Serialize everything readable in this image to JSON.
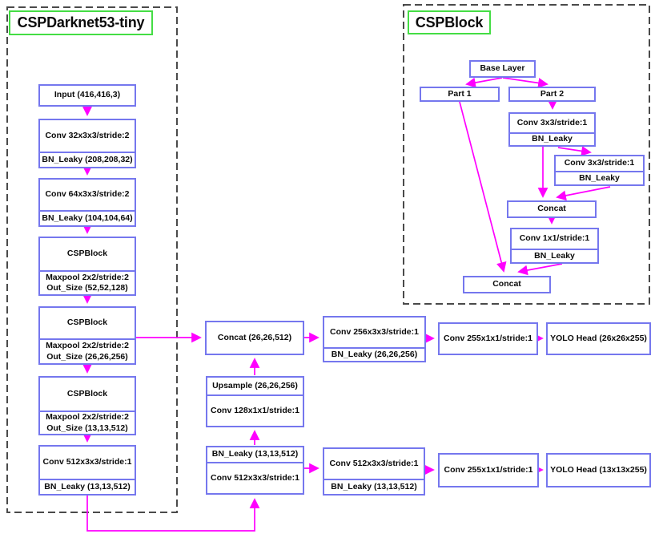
{
  "diagram": {
    "backbone_title": "CSPDarknet53-tiny",
    "inset_title": "CSPBlock"
  },
  "colors": {
    "node_border": "#7577ee",
    "title_border": "#44dd44",
    "arrow": "#ff00ff",
    "container_border": "#4a4a4a"
  },
  "nodes": {
    "input": {
      "label": "Input (416,416,3)"
    },
    "conv32": {
      "top": "Conv 32x3x3/stride:2",
      "bottom": "BN_Leaky (208,208,32)"
    },
    "conv64": {
      "top": "Conv 64x3x3/stride:2",
      "bottom": "BN_Leaky (104,104,64)"
    },
    "csp1": {
      "top": "CSPBlock",
      "bottom1": "Maxpool 2x2/stride:2",
      "bottom2": "Out_Size (52,52,128)"
    },
    "csp2": {
      "top": "CSPBlock",
      "bottom1": "Maxpool 2x2/stride:2",
      "bottom2": "Out_Size (26,26,256)"
    },
    "csp3": {
      "top": "CSPBlock",
      "bottom1": "Maxpool 2x2/stride:2",
      "bottom2": "Out_Size (13,13,512)"
    },
    "conv512": {
      "top": "Conv 512x3x3/stride:1",
      "bottom": "BN_Leaky (13,13,512)"
    },
    "concat26": {
      "label": "Concat (26,26,512)"
    },
    "upsample": {
      "top": "Upsample (26,26,256)",
      "bottom": "Conv 128x1x1/stride:1"
    },
    "neck13": {
      "top": "BN_Leaky (13,13,512)",
      "bottom": "Conv 512x3x3/stride:1"
    },
    "head26_conv": {
      "top": "Conv 256x3x3/stride:1",
      "bottom": "BN_Leaky (26,26,256)"
    },
    "head26_conv255": {
      "label": "Conv 255x1x1/stride:1"
    },
    "yolo26": {
      "label": "YOLO Head (26x26x255)"
    },
    "head13_conv": {
      "top": "Conv 512x3x3/stride:1",
      "bottom": "BN_Leaky (13,13,512)"
    },
    "head13_conv255": {
      "label": "Conv 255x1x1/stride:1"
    },
    "yolo13": {
      "label": "YOLO Head (13x13x255)"
    },
    "base_layer": {
      "label": "Base Layer"
    },
    "part1": {
      "label": "Part 1"
    },
    "part2": {
      "label": "Part 2"
    },
    "csp_conv_a": {
      "top": "Conv 3x3/stride:1",
      "bottom": "BN_Leaky"
    },
    "csp_conv_b": {
      "top": "Conv 3x3/stride:1",
      "bottom": "BN_Leaky"
    },
    "csp_concat_mid": {
      "label": "Concat"
    },
    "csp_conv1x1": {
      "top": "Conv 1x1/stride:1",
      "bottom": "BN_Leaky"
    },
    "csp_concat_out": {
      "label": "Concat"
    }
  }
}
